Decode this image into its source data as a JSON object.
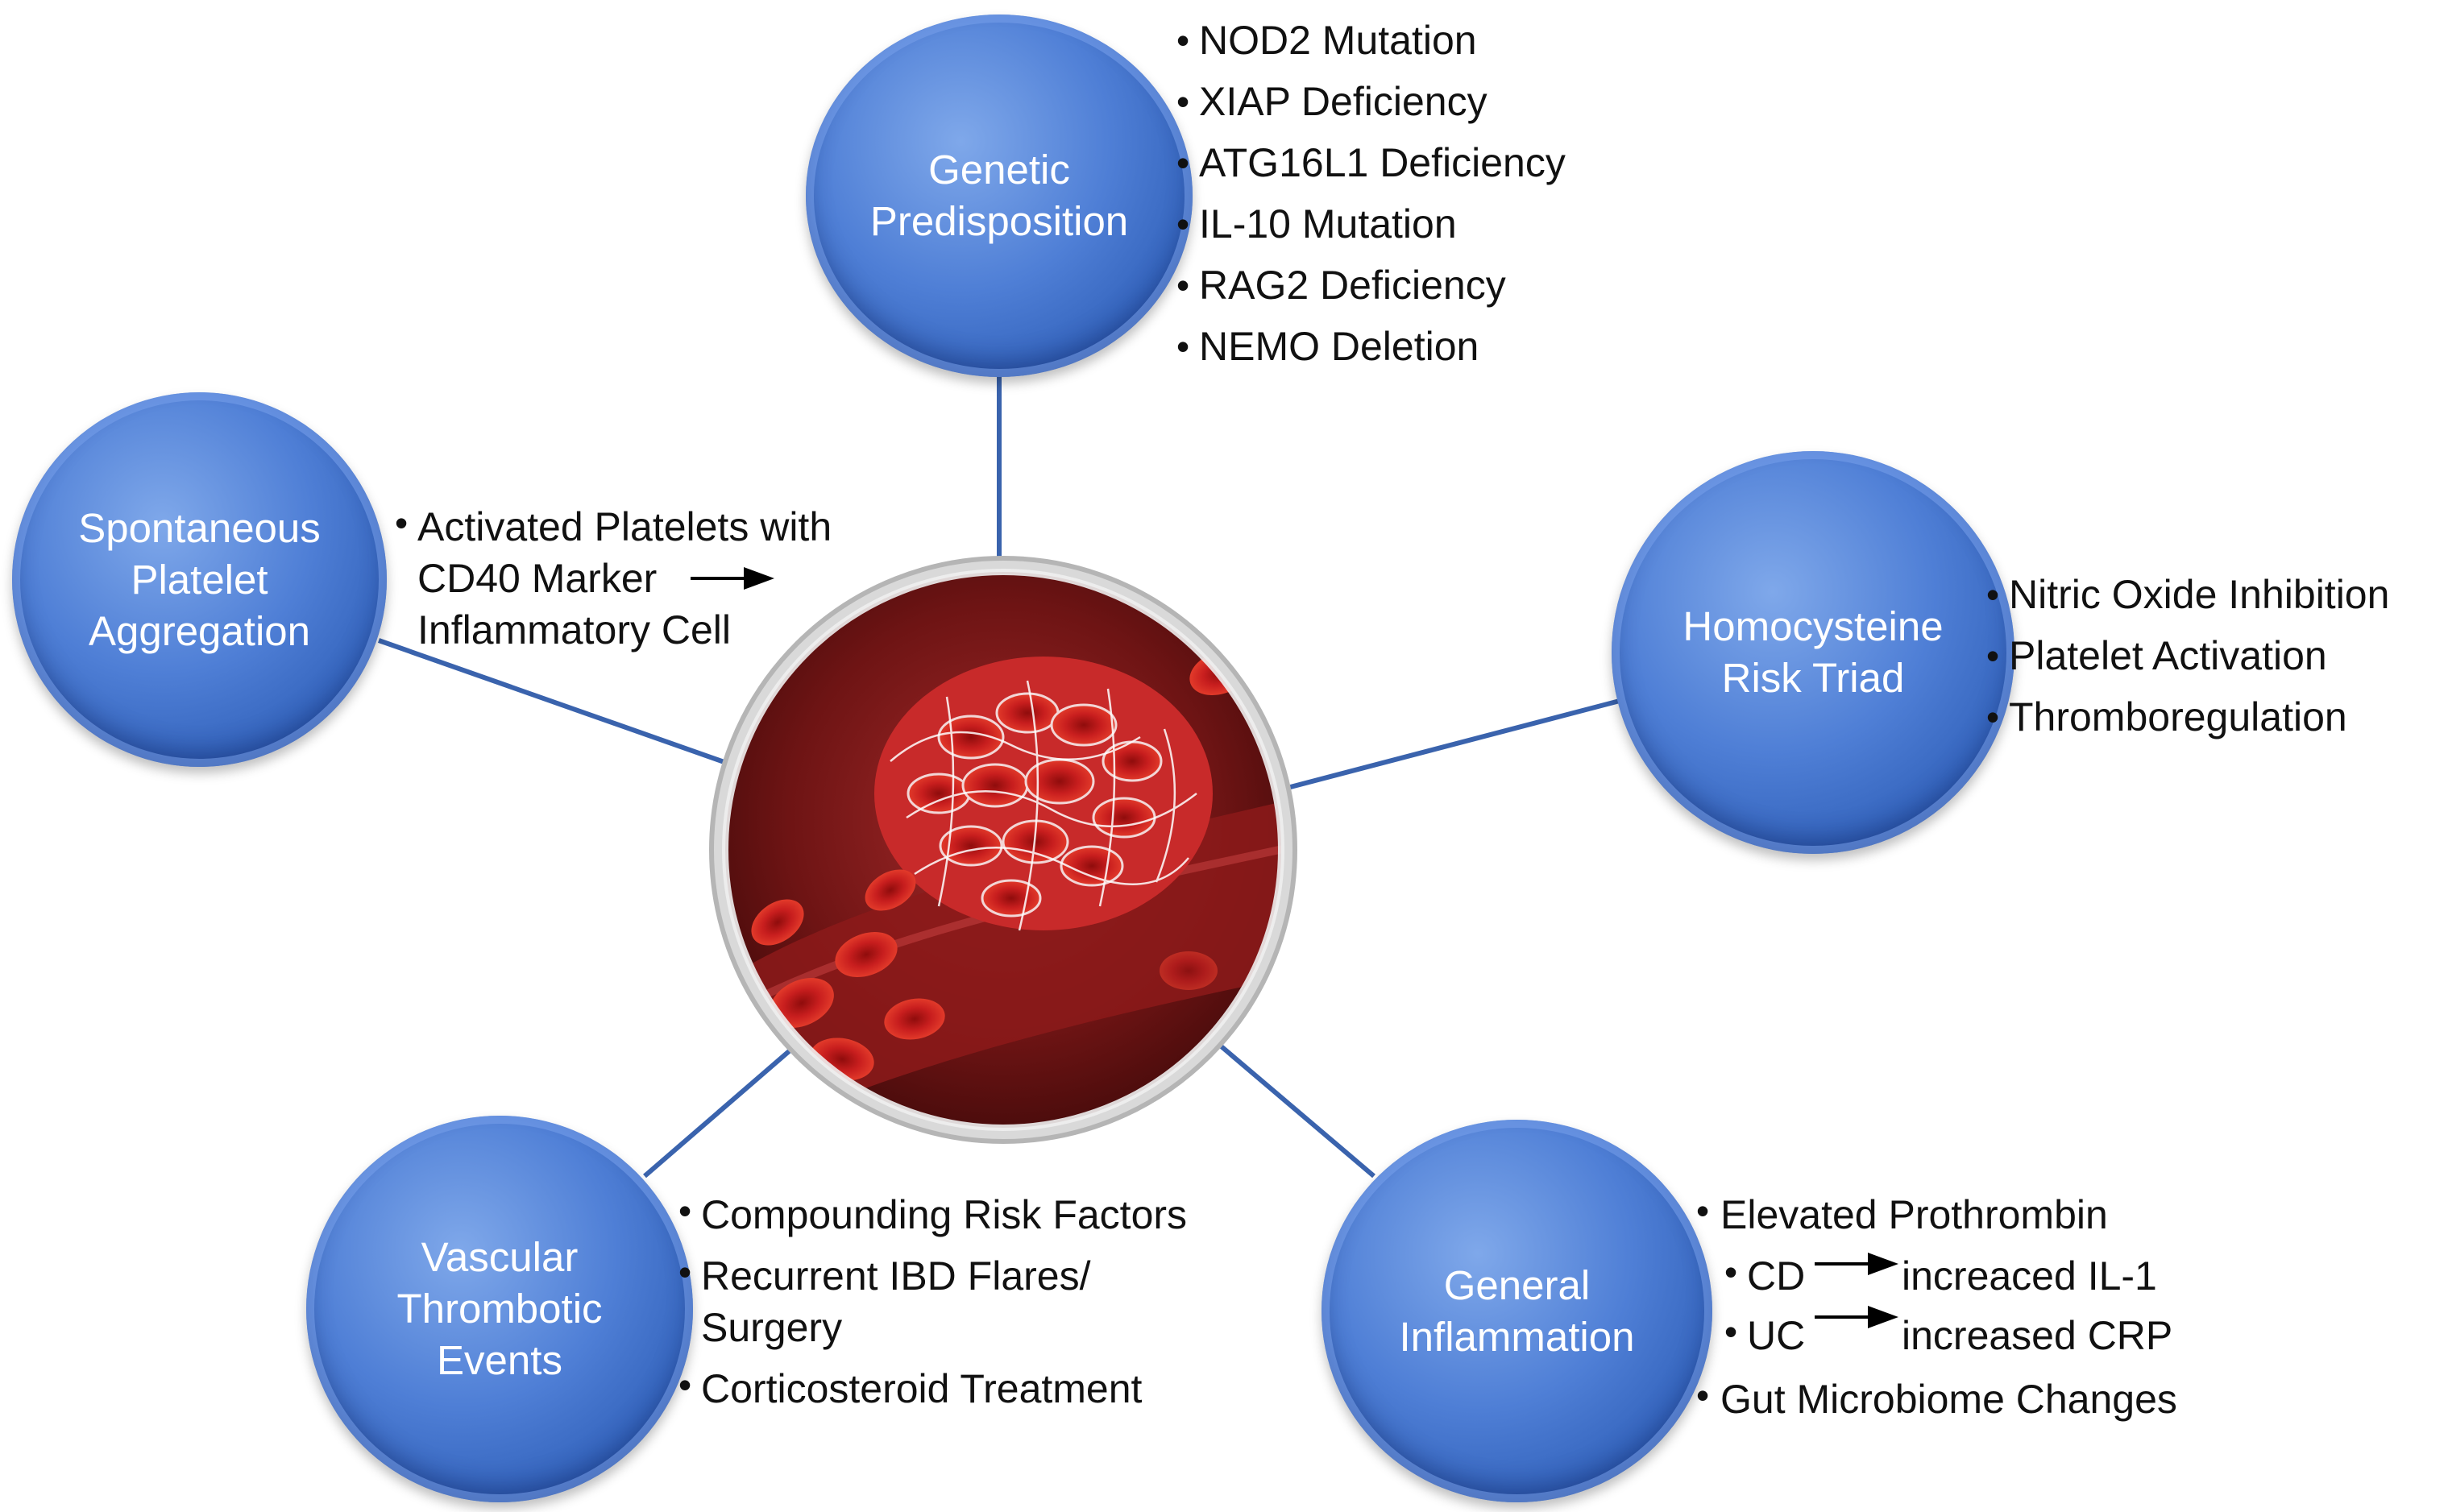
{
  "nodes": {
    "genetic": "Genetic Predisposition",
    "spontaneous": "Spontaneous Platelet Aggregation",
    "homocysteine": "Homocysteine Risk Triad",
    "vascular": "Vascular Thrombotic Events",
    "inflammation": "General Inflammation"
  },
  "genetic_items": [
    "NOD2 Mutation",
    "XIAP Deficiency",
    "ATG16L1 Deficiency",
    "IL-10 Mutation",
    "RAG2 Deficiency",
    "NEMO Deletion"
  ],
  "spontaneous_items": {
    "line1": "Activated Platelets with",
    "line2": "CD40 Marker",
    "line3": "Inflammatory Cell"
  },
  "homocysteine_items": [
    "Nitric Oxide Inhibition",
    "Platelet Activation",
    "Thromboregulation"
  ],
  "vascular_items": {
    "item1": "Compounding Risk Factors",
    "item2a": "Recurrent IBD Flares/",
    "item2b": "Surgery",
    "item3": "Corticosteroid Treatment"
  },
  "inflammation_items": {
    "item1": "Elevated Prothrombin",
    "cd": "CD",
    "cd_result": "increaced IL-1",
    "uc": "UC",
    "uc_result": "increased CRP",
    "item4": "Gut Microbiome Changes"
  },
  "colors": {
    "node": "#3f6fc7",
    "connector": "#3a63ad",
    "blood": "#b01818"
  },
  "center_image": "blood-clot-in-vessel-illustration"
}
